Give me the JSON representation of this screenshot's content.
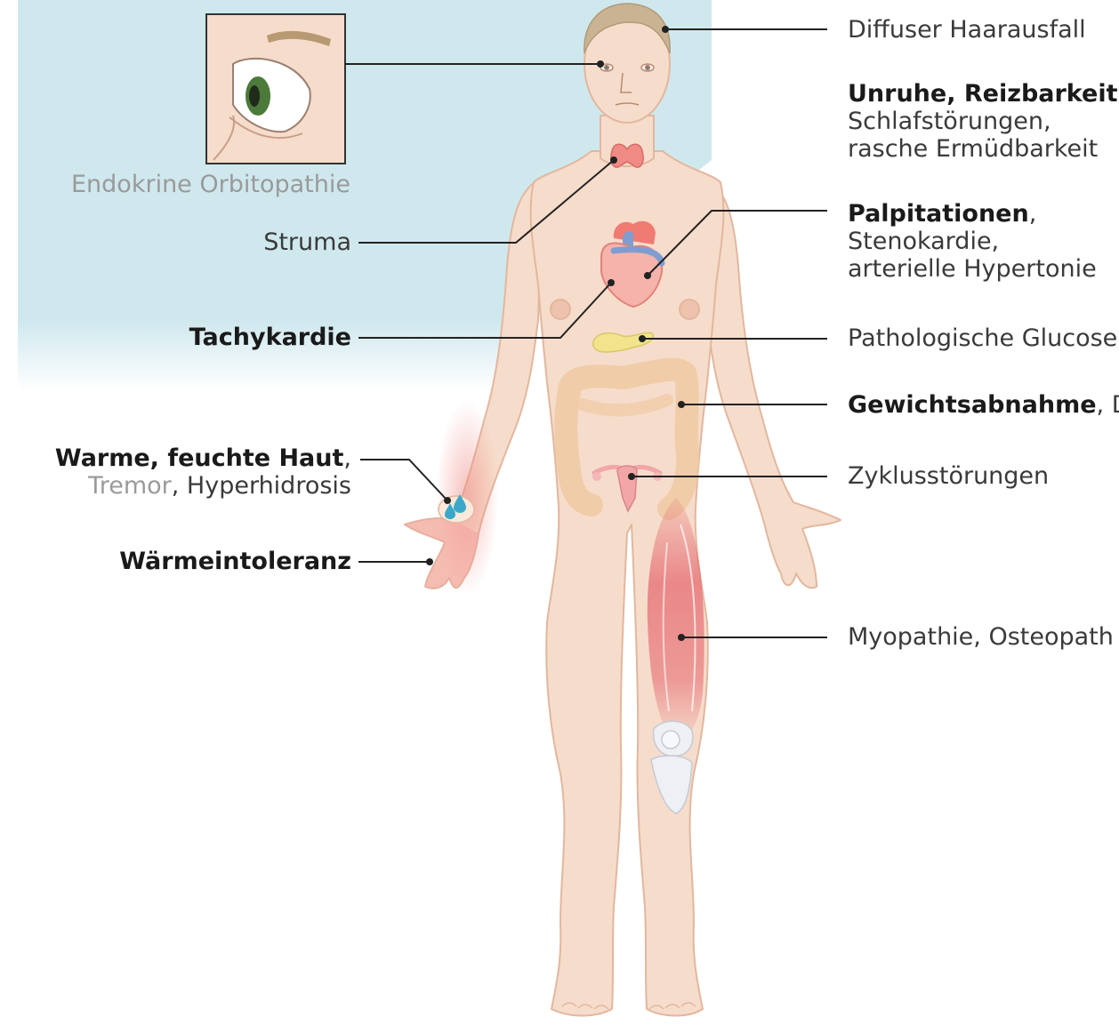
{
  "colors": {
    "background_tint": "#cfe8ee",
    "skin": "#f6dccb",
    "skin_outline": "#e2b79e",
    "hair": "#c9b392",
    "thyroid": "#f08a84",
    "heart": "#f07b73",
    "vessel_blue": "#7f9dd1",
    "pancreas": "#f2e38c",
    "intestine": "#efc9a2",
    "uterus": "#f2a6a6",
    "muscle_red": "#e5636b",
    "hand_warm": "#f4a39f",
    "sweat_drop": "#3aa9c9",
    "leader_line": "#222222",
    "eye_iris": "#4c7a3a"
  },
  "labels": {
    "hair": "Diffuser Haarausfall",
    "restless_bold": "Unruhe, Reizbarkeit,",
    "restless_2": "Schlafstörungen,",
    "restless_3": "rasche Ermüdbarkeit",
    "eye": "Endokrine Orbitopathie",
    "struma": "Struma",
    "palp_bold": "Palpitationen",
    "palp_comma": ",",
    "palp_2": "Stenokardie,",
    "palp_3": "arterielle Hypertonie",
    "tachy": "Tachykardie",
    "glucose": "Pathologische Glucose",
    "weight_bold": "Gewichtsabnahme",
    "weight_rest": ", Di",
    "skin_bold": "Warme, feuchte Haut",
    "skin_comma": ",",
    "skin_tremor": "Tremor",
    "skin_rest": ", Hyperhidrosis",
    "cycle": "Zyklusstörungen",
    "heat": "Wärmeintoleranz",
    "myo": "Myopathie, Osteopath"
  }
}
